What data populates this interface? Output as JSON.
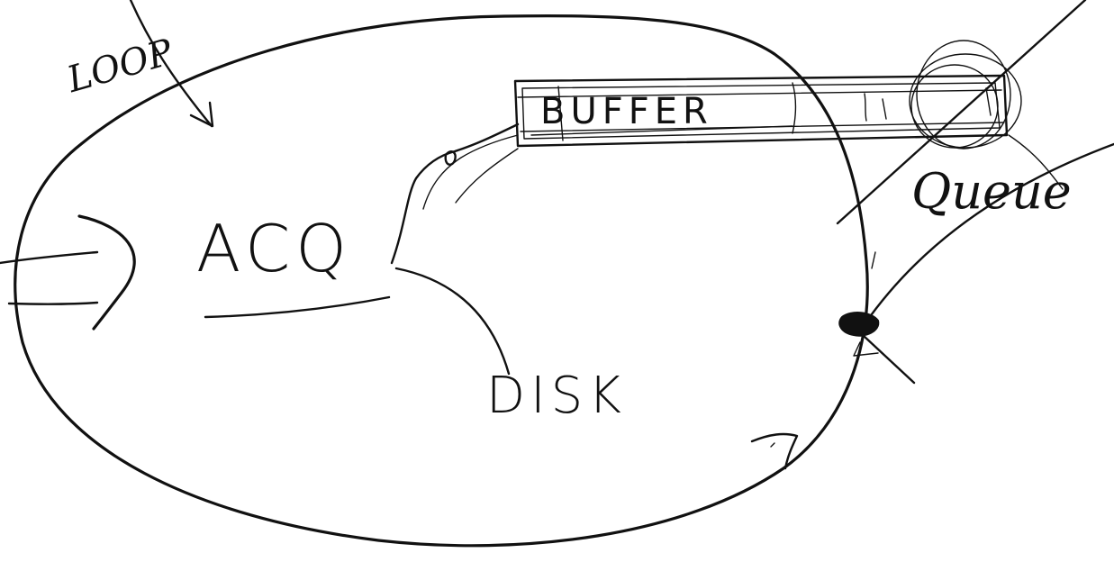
{
  "diagram": {
    "labels": {
      "loop": "LOOP",
      "acq": "ACQ",
      "buffer": "BUFFER",
      "disk": "DISK",
      "queue": "Queue"
    }
  }
}
